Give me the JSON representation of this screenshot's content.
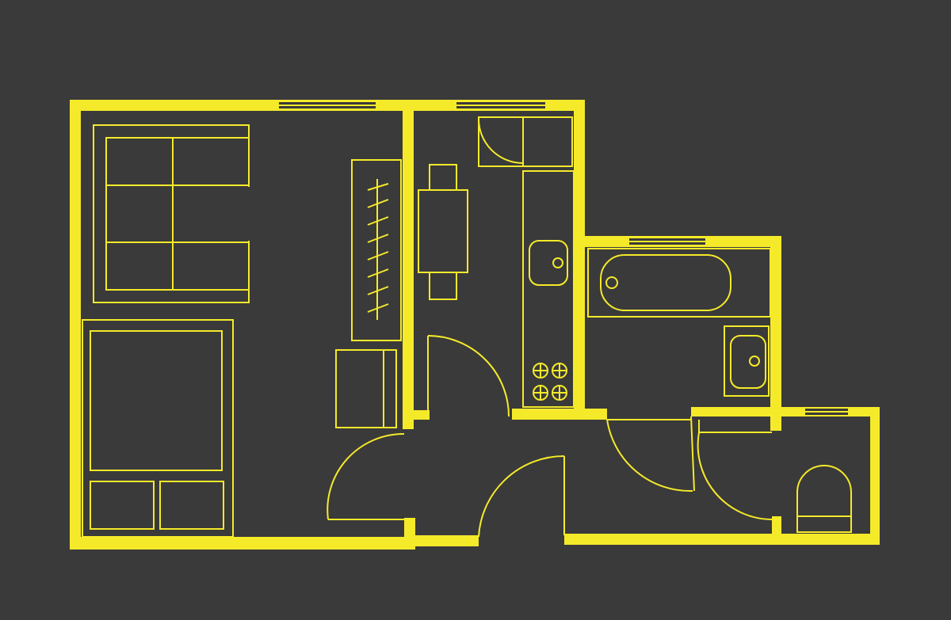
{
  "floor_plan": {
    "colors": {
      "background": "#3a3a3a",
      "lines": "#f5ea2a"
    },
    "rooms": [
      "living-bedroom",
      "kitchen",
      "bathroom",
      "wc",
      "hallway"
    ],
    "furniture": {
      "living_bedroom": [
        "sofa",
        "double-bed",
        "bed-drawers",
        "wardrobe",
        "cabinet"
      ],
      "kitchen": [
        "dining-table",
        "two-chairs",
        "kitchen-counter",
        "sink",
        "stove-4-burner",
        "corner-cabinet"
      ],
      "bathroom": [
        "bathtub",
        "washbasin"
      ],
      "wc": [
        "toilet"
      ]
    },
    "doors": 5,
    "windows": 4
  }
}
